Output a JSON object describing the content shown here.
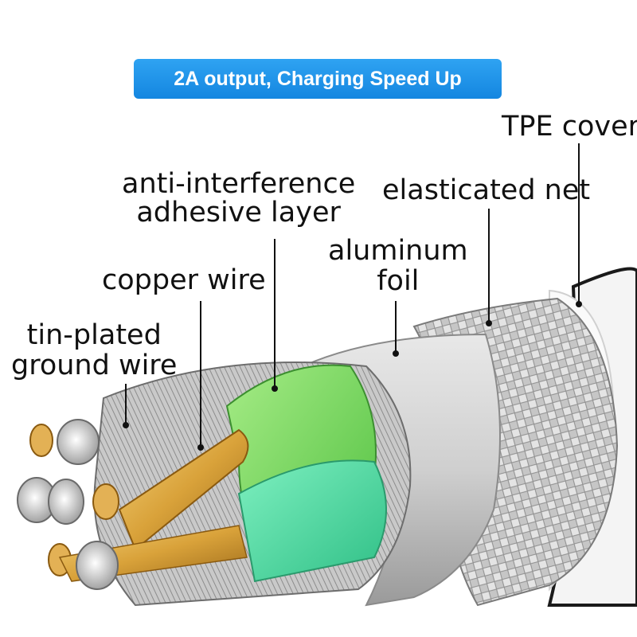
{
  "banner": {
    "text": "2A output, Charging Speed Up",
    "color": "#1a8fe8"
  },
  "labels": {
    "tpe_cover": "TPE cover",
    "elasticated_net": "elasticated net",
    "anti_interference_line1": "anti-interference",
    "anti_interference_line2": "adhesive layer",
    "aluminum_foil_line1": "aluminum",
    "aluminum_foil_line2": "foil",
    "copper_wire": "copper wire",
    "tin_plated_line1": "tin-plated",
    "tin_plated_line2": "ground wire"
  },
  "colors": {
    "copper": "#d9a23a",
    "green_layer": "#6cd45a",
    "teal_layer": "#49d8a0",
    "foil": "#d4d4d4",
    "braid": "#b8b8b8"
  }
}
